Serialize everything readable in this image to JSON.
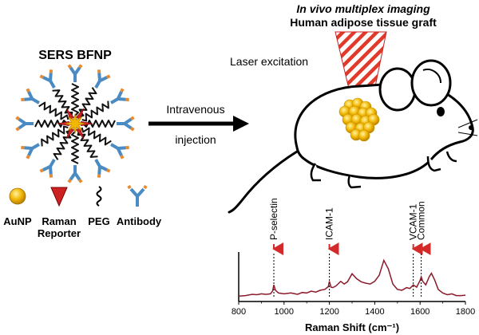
{
  "header": {
    "line1": "In vivo multiplex imaging",
    "line2": "Human adipose tissue graft"
  },
  "nanoparticle": {
    "title": "SERS BFNP"
  },
  "arrow_label": {
    "line1": "Intravenous",
    "line2": "injection"
  },
  "laser_label": "Laser excitation",
  "legend": {
    "items": [
      {
        "label": "AuNP",
        "icon": "gold-sphere-icon"
      },
      {
        "label_line1": "Raman",
        "label_line2": "Reporter",
        "icon": "red-triangle-icon"
      },
      {
        "label": "PEG",
        "icon": "squiggle-icon"
      },
      {
        "label": "Antibody",
        "icon": "y-antibody-icon"
      }
    ]
  },
  "colors": {
    "gold": "#f2b705",
    "reporter_red": "#cc2222",
    "antibody_blue": "#4a8bc4",
    "antibody_orange": "#e88a2e",
    "spectrum": "#8b1a2b",
    "marker_red": "#d42a2a"
  },
  "chart_data": {
    "type": "line",
    "xlabel": "Raman Shift (cm⁻¹)",
    "ylabel": "",
    "xlim": [
      800,
      1800
    ],
    "xticks": [
      800,
      1000,
      1200,
      1400,
      1600,
      1800
    ],
    "markers": [
      {
        "label": "P-selectin",
        "x": 955
      },
      {
        "label": "ICAM-1",
        "x": 1200
      },
      {
        "label": "VCAM-1",
        "x": 1570
      },
      {
        "label": "Common",
        "x": 1605
      }
    ],
    "series": [
      {
        "x": [
          800,
          830,
          860,
          880,
          900,
          920,
          940,
          950,
          955,
          962,
          975,
          1000,
          1030,
          1060,
          1080,
          1100,
          1120,
          1140,
          1160,
          1180,
          1195,
          1200,
          1207,
          1215,
          1230,
          1250,
          1265,
          1280,
          1300,
          1320,
          1340,
          1360,
          1380,
          1400,
          1420,
          1440,
          1460,
          1480,
          1500,
          1520,
          1540,
          1555,
          1570,
          1585,
          1600,
          1605,
          1612,
          1625,
          1640,
          1650,
          1665,
          1680,
          1700,
          1720,
          1740,
          1760,
          1780,
          1800
        ],
        "y": [
          0.05,
          0.06,
          0.09,
          0.08,
          0.1,
          0.09,
          0.1,
          0.17,
          0.3,
          0.18,
          0.12,
          0.1,
          0.12,
          0.09,
          0.13,
          0.12,
          0.16,
          0.14,
          0.18,
          0.2,
          0.26,
          0.38,
          0.25,
          0.24,
          0.28,
          0.38,
          0.32,
          0.37,
          0.55,
          0.44,
          0.37,
          0.34,
          0.32,
          0.38,
          0.52,
          0.85,
          0.66,
          0.32,
          0.2,
          0.18,
          0.24,
          0.22,
          0.3,
          0.25,
          0.4,
          0.48,
          0.38,
          0.3,
          0.48,
          0.56,
          0.4,
          0.2,
          0.12,
          0.08,
          0.1,
          0.06,
          0.06,
          0.07
        ]
      }
    ]
  }
}
